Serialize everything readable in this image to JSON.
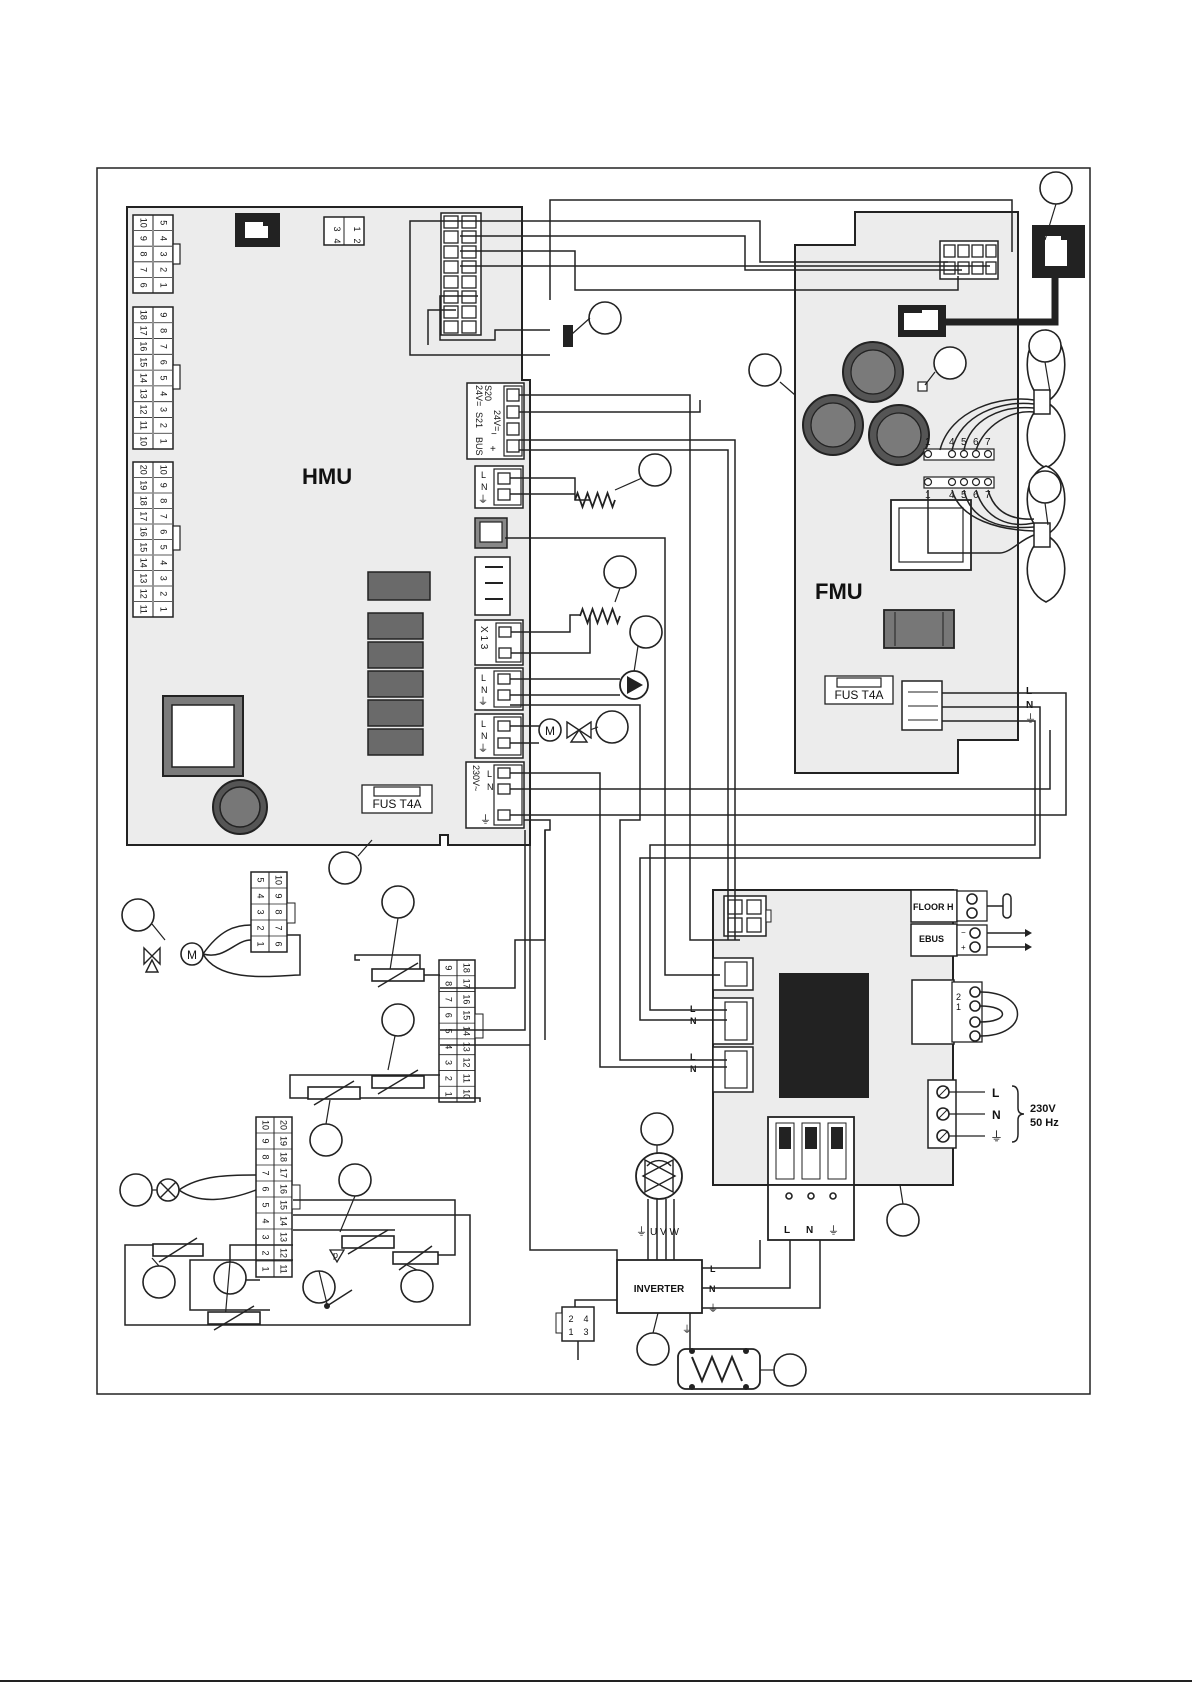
{
  "boards": {
    "hmu": "HMU",
    "fmu": "FMU",
    "inverter": "INVERTER"
  },
  "fuses": {
    "hmu_fuse": "FUS T4A",
    "fmu_fuse": "FUS T4A"
  },
  "hmu_connectors": {
    "x_left_top": {
      "top_row": [
        "10",
        "9",
        "8",
        "7",
        "6"
      ],
      "bottom_row": [
        "5",
        "4",
        "3",
        "2",
        "1"
      ]
    },
    "x_left_mid": {
      "top_row": [
        "18",
        "17",
        "16",
        "15",
        "14",
        "13",
        "12",
        "11",
        "10"
      ],
      "bottom_row": [
        "9",
        "8",
        "7",
        "6",
        "5",
        "4",
        "3",
        "2",
        "1"
      ]
    },
    "x_left_low": {
      "top_row": [
        "20",
        "19",
        "18",
        "17",
        "16",
        "15",
        "14",
        "13",
        "12",
        "11"
      ],
      "bottom_row": [
        "10",
        "9",
        "8",
        "7",
        "6",
        "5",
        "4",
        "3",
        "2",
        "1"
      ]
    },
    "small_top": [
      "3",
      "1",
      "4",
      "2"
    ],
    "s20_label": "S20",
    "s20_v": "24V=",
    "s21_label": "S21",
    "s21_v": "24V=",
    "bus_label": "BUS",
    "bus_minus": "−",
    "bus_plus": "+",
    "n_label": "N",
    "l_label": "L",
    "x13_label": "X 1 3",
    "mains_label": "230V~"
  },
  "fmu_connectors": {
    "fan_pins_top": [
      "1",
      "4",
      "5",
      "6",
      "7"
    ],
    "fan_pins_bottom": [
      "1",
      "4",
      "5",
      "6",
      "7"
    ],
    "power_l": "L",
    "power_n": "N",
    "earth": "⏚"
  },
  "lower_board": {
    "floor_h": "FLOOR H",
    "ebus": "EBUS",
    "ebus_minus": "−",
    "ebus_plus": "+",
    "pins_21": [
      "2",
      "1"
    ],
    "l1": "L",
    "n1": "N",
    "l2": "L",
    "n2": "N",
    "supply_l": "L",
    "supply_n": "N",
    "supply_earth": "⏚",
    "supply_voltage": "230V",
    "supply_freq": "50 Hz",
    "term_l": "L",
    "term_n": "N",
    "term_earth": "⏚"
  },
  "inverter": {
    "uvw": "U V W",
    "earth": "⏚",
    "out_l": "L",
    "out_n": "N",
    "out_earth": "⏚",
    "small_conn": [
      "2",
      "4",
      "1",
      "3"
    ]
  },
  "sensor_connectors": {
    "motor_conn": {
      "top_row": [
        "10",
        "9",
        "8",
        "7",
        "6"
      ],
      "bottom_row": [
        "5",
        "4",
        "3",
        "2",
        "1"
      ]
    },
    "mid_conn": {
      "top_row": [
        "18",
        "17",
        "16",
        "15",
        "14",
        "13",
        "12",
        "11",
        "10"
      ],
      "bottom_row": [
        "9",
        "8",
        "7",
        "6",
        "5",
        "4",
        "3",
        "2",
        "1"
      ]
    },
    "low_conn": {
      "top_row": [
        "20",
        "19",
        "18",
        "17",
        "16",
        "15",
        "14",
        "13",
        "12",
        "11"
      ],
      "bottom_row": [
        "10",
        "9",
        "8",
        "7",
        "6",
        "5",
        "4",
        "3",
        "2",
        "1"
      ]
    }
  },
  "symbols": {
    "motor": "M",
    "pressure": "p"
  }
}
